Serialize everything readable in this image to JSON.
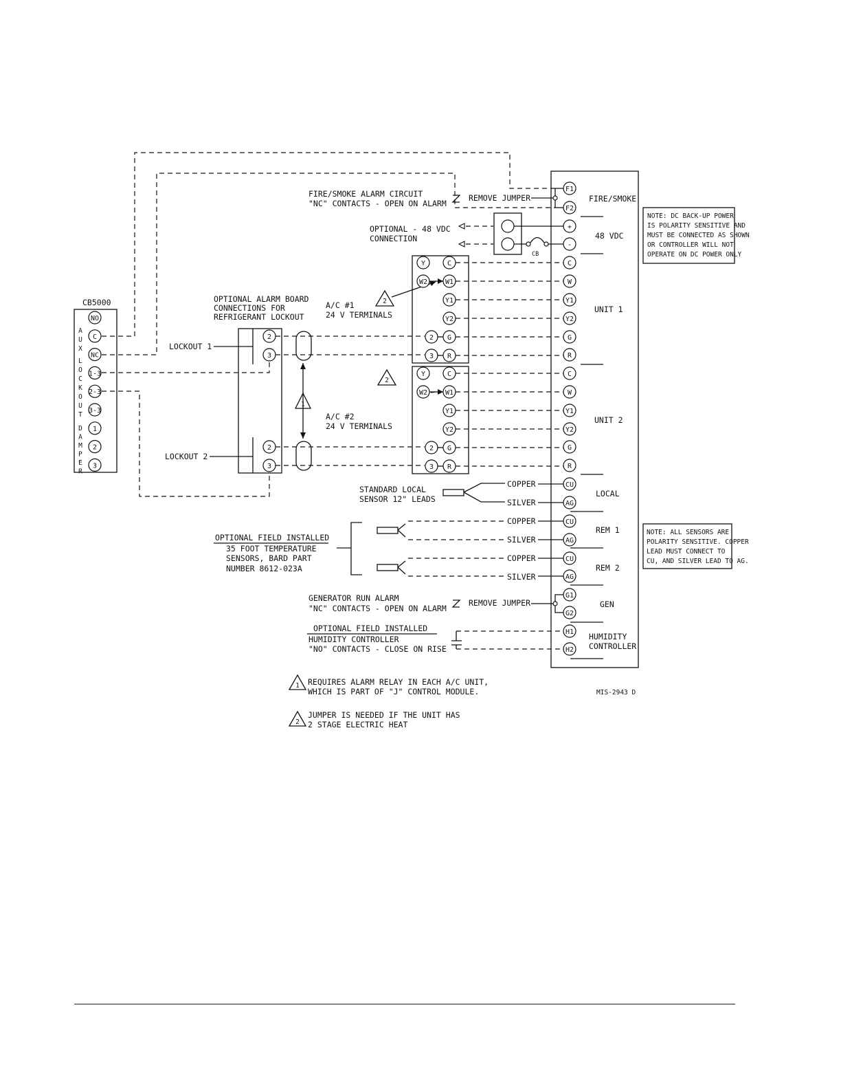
{
  "cb5000": {
    "title": "CB5000",
    "vertical_labels": [
      "A",
      "U",
      "X",
      "L",
      "O",
      "C",
      "K",
      "O",
      "U",
      "T",
      "D",
      "A",
      "M",
      "P",
      "E",
      "R"
    ],
    "terminals": [
      "NO",
      "C",
      "NC",
      "1-3",
      "2-3",
      "3-3",
      "1",
      "2",
      "3"
    ]
  },
  "alarm_board": {
    "header": [
      "OPTIONAL ALARM BOARD",
      "CONNECTIONS FOR",
      "REFRIGERANT LOCKOUT"
    ],
    "lockout1": "LOCKOUT 1",
    "lockout2": "LOCKOUT 2",
    "terminals": [
      "2",
      "3",
      "2",
      "3"
    ],
    "triangle": "1"
  },
  "fire_smoke": {
    "lines": [
      "FIRE/SMOKE ALARM CIRCUIT",
      "\"NC\" CONTACTS - OPEN ON ALARM"
    ],
    "jumper": "REMOVE JUMPER"
  },
  "dc_conn": {
    "lines": [
      "OPTIONAL - 48 VDC",
      "CONNECTION"
    ],
    "cb": "CB"
  },
  "ac1": {
    "lines": [
      "A/C #1",
      "24 V TERMINALS"
    ],
    "triangle": "2",
    "left_terms": [
      "Y",
      "W2",
      "",
      "",
      "2",
      "3"
    ],
    "right_terms": [
      "C",
      "W1",
      "Y1",
      "Y2",
      "G",
      "R"
    ]
  },
  "ac2": {
    "lines": [
      "A/C #2",
      "24 V TERMINALS"
    ],
    "triangle": "2",
    "left_terms": [
      "Y",
      "W2",
      "",
      "",
      "2",
      "3"
    ],
    "right_terms": [
      "C",
      "W1",
      "Y1",
      "Y2",
      "G",
      "R"
    ]
  },
  "controller": {
    "terminals": [
      "F1",
      "F2",
      "+",
      "-",
      "C",
      "W",
      "Y1",
      "Y2",
      "G",
      "R",
      "C",
      "W",
      "Y1",
      "Y2",
      "G",
      "R",
      "CU",
      "AG",
      "CU",
      "AG",
      "CU",
      "AG",
      "G1",
      "G2",
      "H1",
      "H2"
    ],
    "sections": [
      "FIRE/SMOKE",
      "48 VDC",
      "UNIT 1",
      "UNIT 2",
      "LOCAL",
      "REM 1",
      "REM 2",
      "GEN",
      "HUMIDITY",
      "CONTROLLER"
    ]
  },
  "note1": [
    "NOTE: DC BACK-UP POWER",
    "IS POLARITY SENSITIVE AND",
    "MUST BE CONNECTED AS SHOWN",
    "OR CONTROLLER WILL NOT",
    "OPERATE ON DC POWER ONLY"
  ],
  "note2": [
    "NOTE: ALL SENSORS ARE",
    "POLARITY SENSITIVE. COPPER",
    "LEAD MUST CONNECT TO",
    "CU, AND SILVER LEAD TO AG."
  ],
  "sensors": {
    "local_lines": [
      "STANDARD LOCAL",
      "SENSOR 12\" LEADS"
    ],
    "copper": "COPPER",
    "silver": "SILVER",
    "field_lines": [
      "OPTIONAL FIELD INSTALLED",
      "35 FOOT TEMPERATURE",
      "SENSORS, BARD PART",
      "NUMBER 8612-023A"
    ]
  },
  "generator": {
    "lines": [
      "GENERATOR RUN ALARM",
      "\"NC\" CONTACTS - OPEN ON ALARM"
    ],
    "jumper": "REMOVE JUMPER"
  },
  "humidity": {
    "lines": [
      "OPTIONAL FIELD INSTALLED",
      "HUMIDITY CONTROLLER",
      "\"NO\" CONTACTS - CLOSE ON RISE"
    ]
  },
  "footnotes": [
    {
      "num": "1",
      "lines": [
        "REQUIRES ALARM RELAY IN EACH A/C UNIT,",
        "WHICH IS PART OF \"J\" CONTROL MODULE."
      ]
    },
    {
      "num": "2",
      "lines": [
        "JUMPER IS NEEDED IF THE UNIT HAS",
        "2 STAGE ELECTRIC HEAT"
      ]
    }
  ],
  "drawing_number": "MIS-2943 D"
}
